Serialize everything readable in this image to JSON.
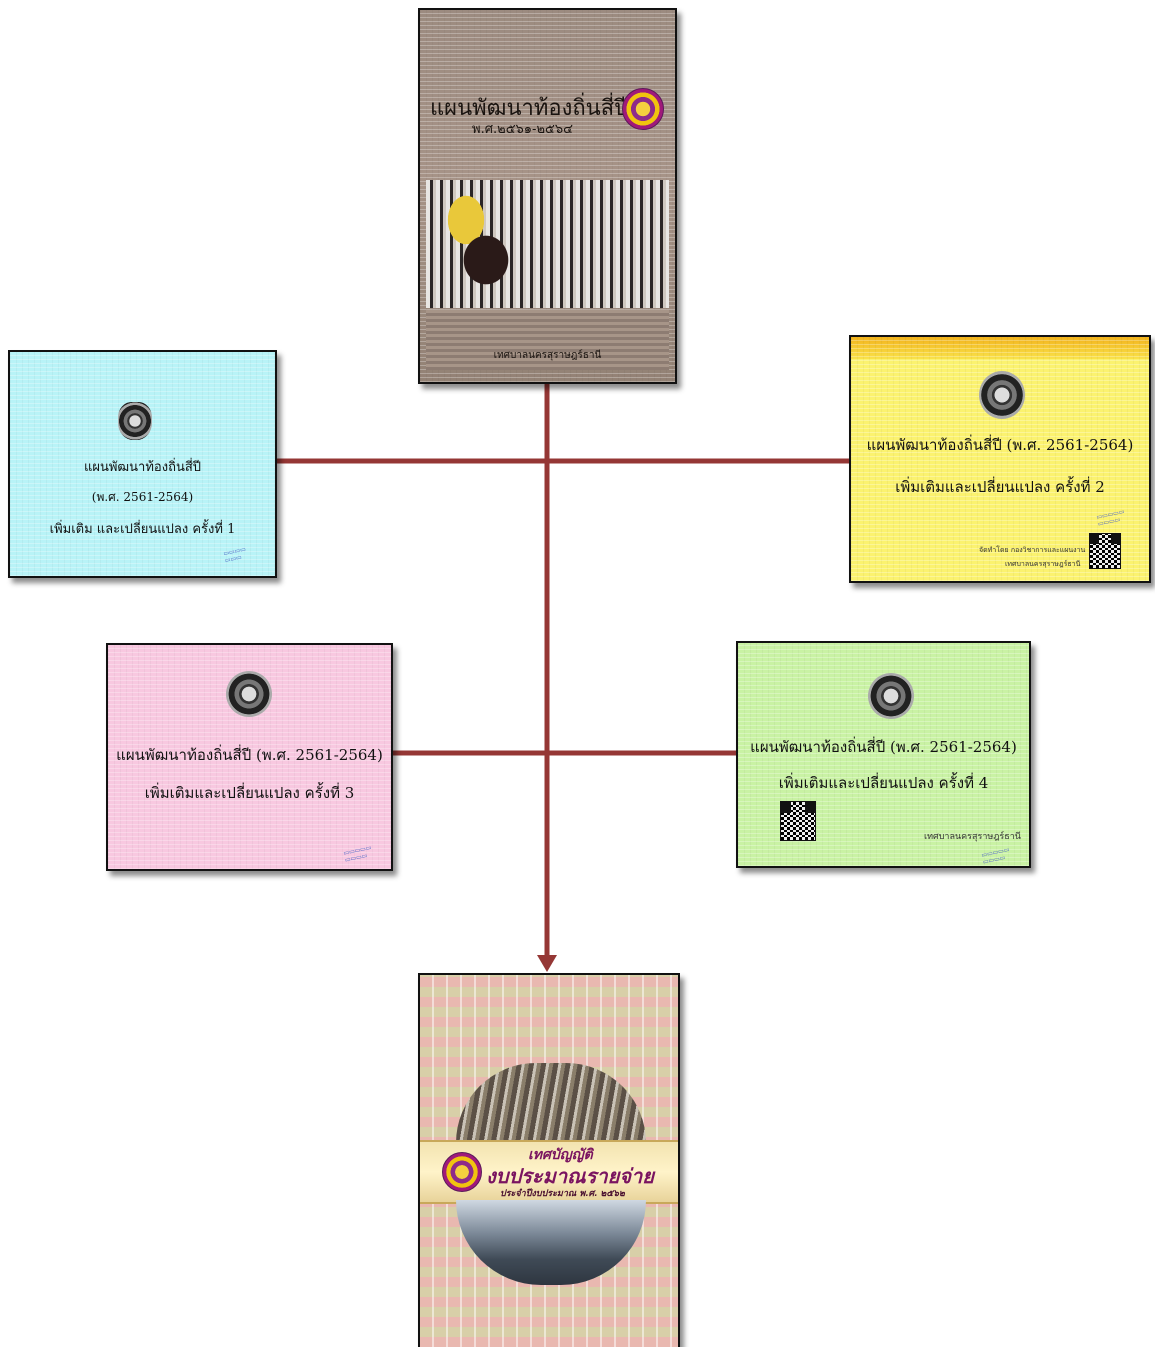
{
  "cover_top": {
    "title": "แผนพัฒนาท้องถิ่นสี่ปี",
    "years": "พ.ศ.๒๕๖๑-๒๕๖๔",
    "footer": "เทศบาลนครสุราษฎร์ธานี"
  },
  "card_1": {
    "title": "แผนพัฒนาท้องถิ่นสี่ปี",
    "years": "(พ.ศ. 2561-2564)",
    "subtitle": "เพิ่มเติม และเปลี่ยนแปลง ครั้งที่ 1"
  },
  "card_2": {
    "title": "แผนพัฒนาท้องถิ่นสี่ปี (พ.ศ. 2561-2564)",
    "subtitle": "เพิ่มเติมและเปลี่ยนแปลง ครั้งที่  2",
    "publisher_line1": "จัดทำโดย กองวิชาการและแผนงาน",
    "publisher_line2": "เทศบาลนครสุราษฎร์ธานี"
  },
  "card_3": {
    "title": "แผนพัฒนาท้องถิ่นสี่ปี (พ.ศ. 2561-2564)",
    "subtitle": "เพิ่มเติมและเปลี่ยนแปลง ครั้งที่  3"
  },
  "card_4": {
    "title": "แผนพัฒนาท้องถิ่นสี่ปี (พ.ศ. 2561-2564)",
    "subtitle": "เพิ่มเติมและเปลี่ยนแปลง ครั้งที่  4",
    "publisher": "เทศบาลนครสุราษฎร์ธานี"
  },
  "cover_bottom": {
    "line1": "เทศบัญญัติ",
    "line2": "งบประมาณรายจ่าย",
    "line3": "ประจำปีงบประมาณ พ.ศ. ๒๕๖๒"
  },
  "colors": {
    "connector": "#953735",
    "card_1_bg": "#b8f3f7",
    "card_2_bg": "#fbf26f",
    "card_3_bg": "#f8c8e0",
    "card_4_bg": "#c9f2a4"
  }
}
